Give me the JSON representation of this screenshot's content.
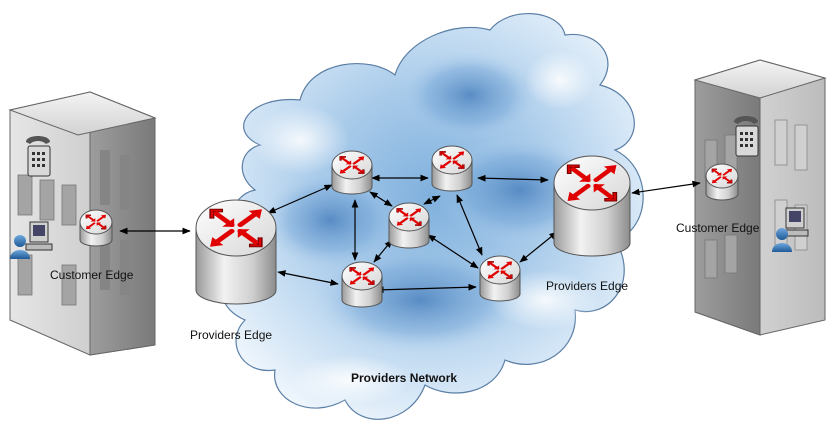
{
  "labels": {
    "customer_edge_left": "Customer Edge",
    "customer_edge_right": "Customer Edge",
    "providers_edge_left": "Providers Edge",
    "providers_edge_right": "Providers Edge",
    "providers_network": "Providers Network"
  },
  "colors": {
    "cloud_light": "#e3f0fb",
    "cloud_mid": "#a9cbea",
    "cloud_dark": "#4f86c2",
    "router_body": "#d9d9d9",
    "router_arrow": "#e00000",
    "link": "#000000",
    "building": "#c9c9c9"
  },
  "icons": {
    "router": "router-icon",
    "building": "building-icon",
    "phone": "phone-icon",
    "workstation": "workstation-icon",
    "user": "user-icon"
  }
}
